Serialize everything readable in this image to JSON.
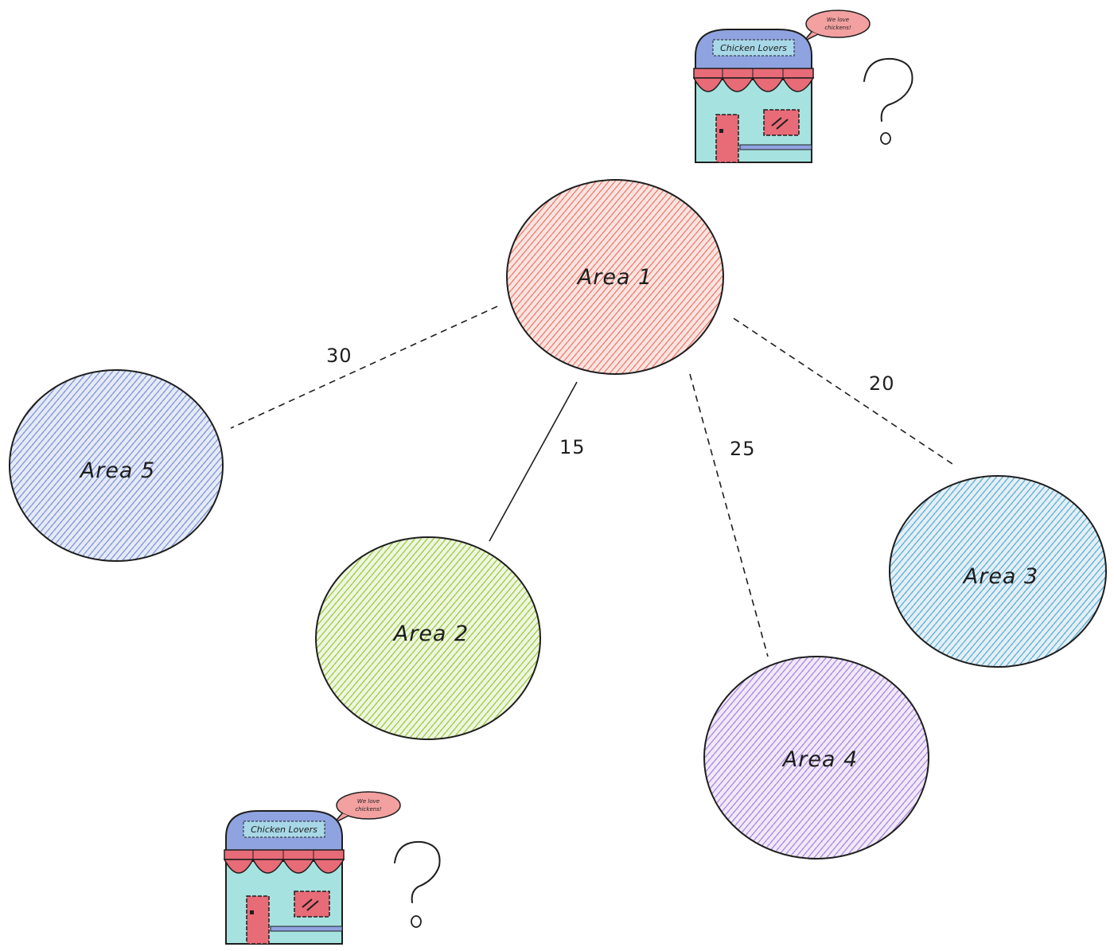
{
  "nodes": [
    {
      "id": "area1",
      "label": "Area 1",
      "color": "#f08c80"
    },
    {
      "id": "area2",
      "label": "Area 2",
      "color": "#a9d05a"
    },
    {
      "id": "area3",
      "label": "Area 3",
      "color": "#6fb3d6"
    },
    {
      "id": "area4",
      "label": "Area 4",
      "color": "#b48fde"
    },
    {
      "id": "area5",
      "label": "Area 5",
      "color": "#8aa0d8"
    }
  ],
  "edges": [
    {
      "from": "area1",
      "to": "area5",
      "weight": "30",
      "style": "dashed"
    },
    {
      "from": "area1",
      "to": "area2",
      "weight": "15",
      "style": "solid"
    },
    {
      "from": "area1",
      "to": "area4",
      "weight": "25",
      "style": "dashed"
    },
    {
      "from": "area1",
      "to": "area3",
      "weight": "20",
      "style": "dashed"
    }
  ],
  "stores": [
    {
      "sign": "Chicken Lovers",
      "bubble_line1": "We love",
      "bubble_line2": "chickens!",
      "mark": "?"
    },
    {
      "sign": "Chicken Lovers",
      "bubble_line1": "We love",
      "bubble_line2": "chickens!",
      "mark": "?"
    }
  ],
  "colors": {
    "store_roof": "#8fa3e0",
    "store_awning": "#e86b78",
    "store_wall": "#a6e3e0",
    "store_door": "#e86b78",
    "bubble": "#f2a0a0",
    "ink": "#1e1e1e"
  }
}
